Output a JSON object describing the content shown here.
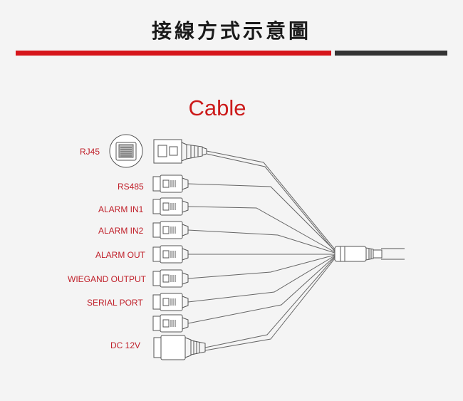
{
  "header": {
    "title": "接線方式示意圖"
  },
  "diagram": {
    "title": "Cable",
    "accent_color": "#d6151b",
    "secondary_color": "#333333",
    "connectors": {
      "rj45": "RJ45",
      "rs485": "RS485",
      "alarm_in1": "ALARM IN1",
      "alarm_in2": "ALARM IN2",
      "alarm_out": "ALARM OUT",
      "wiegand": "WIEGAND OUTPUT",
      "serial": "SERIAL PORT",
      "dc": "DC 12V"
    }
  }
}
